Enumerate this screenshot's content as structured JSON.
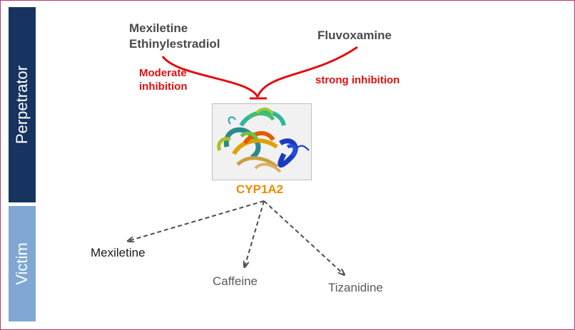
{
  "side_labels": {
    "perpetrator": "Perpetrator",
    "victim": "Victim"
  },
  "perpetrators": {
    "left_line1": "Mexiletine",
    "left_line2": "Ethinylestradiol",
    "right": "Fluvoxamine"
  },
  "inhibition": {
    "left_line1": "Moderate",
    "left_line2": "inhibition",
    "right": "strong inhibition"
  },
  "enzyme": {
    "label": "CYP1A2"
  },
  "victims": {
    "v1": "Mexiletine",
    "v2": "Caffeine",
    "v3": "Tizanidine"
  },
  "colors": {
    "perpetrator_bar": "#17335f",
    "victim_bar": "#7fa7d3",
    "inhibition_red": "#e01010",
    "enzyme_orange": "#f08a00",
    "border": "#c0336a"
  }
}
